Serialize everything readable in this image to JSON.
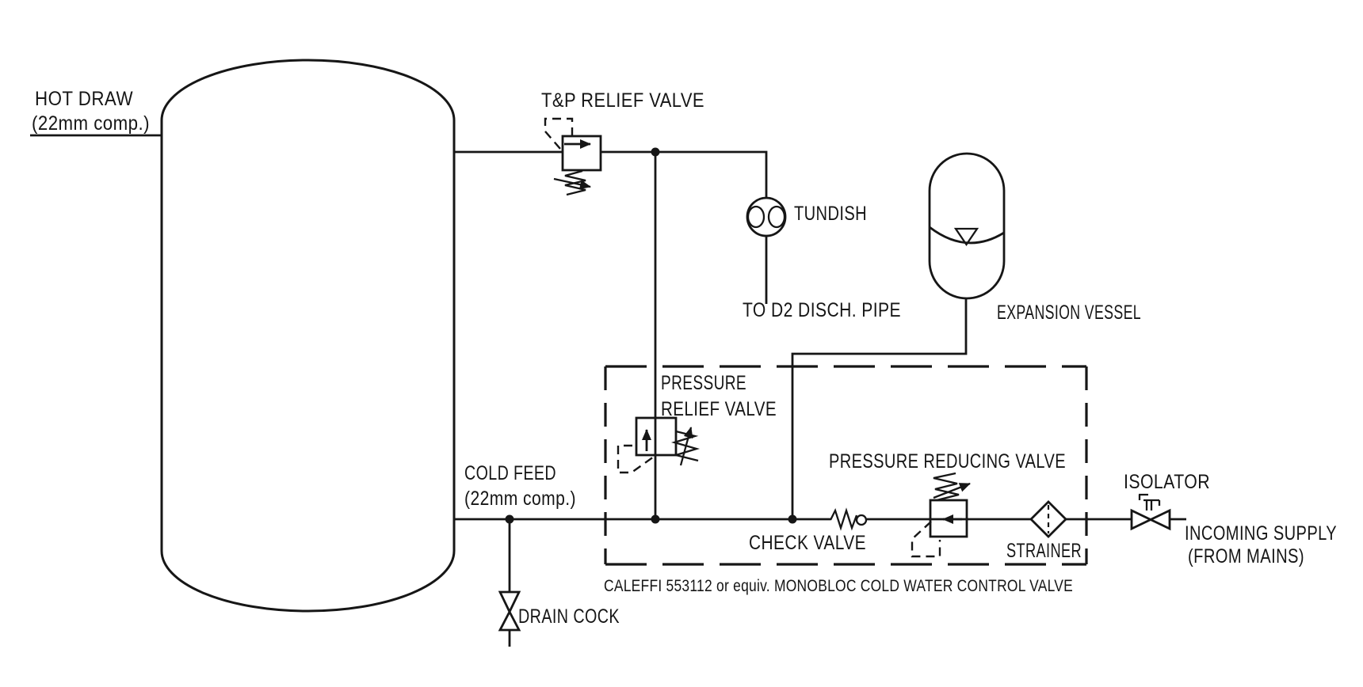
{
  "diagram": {
    "colors": {
      "line": "#161616",
      "background": "#ffffff"
    },
    "labels": {
      "hot_draw": {
        "line1": "HOT DRAW",
        "line2": "(22mm comp.)"
      },
      "tp_relief_valve": "T&P RELIEF VALVE",
      "tundish": "TUNDISH",
      "discharge_pipe": "TO D2 DISCH. PIPE",
      "expansion_vessel": "EXPANSION VESSEL",
      "pressure_relief_valve": {
        "line1": "PRESSURE",
        "line2": "RELIEF VALVE"
      },
      "cold_feed": {
        "line1": "COLD FEED",
        "line2": "(22mm comp.)"
      },
      "check_valve": "CHECK VALVE",
      "pressure_reducing_valve": "PRESSURE REDUCING VALVE",
      "strainer": "STRAINER",
      "isolator": "ISOLATOR",
      "incoming_supply": {
        "line1": "INCOMING SUPPLY",
        "line2": "(FROM MAINS)"
      },
      "drain_cock": "DRAIN COCK",
      "monobloc_caption": "CALEFFI 553112 or equiv. MONOBLOC COLD WATER CONTROL VALVE"
    }
  }
}
